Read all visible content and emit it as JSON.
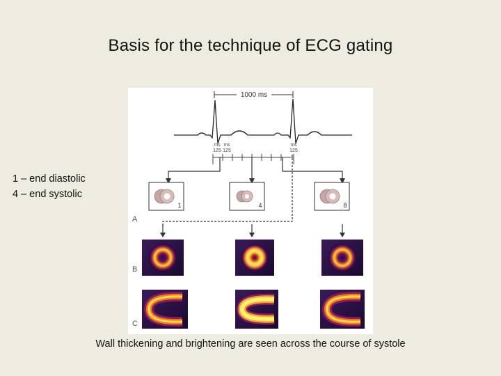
{
  "slide": {
    "title": "Basis for the technique of ECG gating",
    "notes": [
      "1 – end diastolic",
      "4 – end systolic"
    ],
    "caption": "Wall thickening and brightening are seen across the course of systole"
  },
  "figure": {
    "interval_label": "1000 ms",
    "ms_labels": [
      {
        "top": "ms",
        "bottom": "125"
      },
      {
        "top": "ms",
        "bottom": "125"
      },
      {
        "top": "ms",
        "bottom": "125"
      }
    ],
    "frame_numbers": [
      "1",
      "4",
      "8"
    ],
    "row_labels": [
      "A",
      "B",
      "C"
    ]
  },
  "colors": {
    "background": "#eeece1",
    "ring": "#c9a4a4",
    "hot_core": "#fff066",
    "hot_mid": "#ff8c00",
    "hot_edge": "#8c1a7a",
    "bg_dark": "#1a0a2e"
  }
}
